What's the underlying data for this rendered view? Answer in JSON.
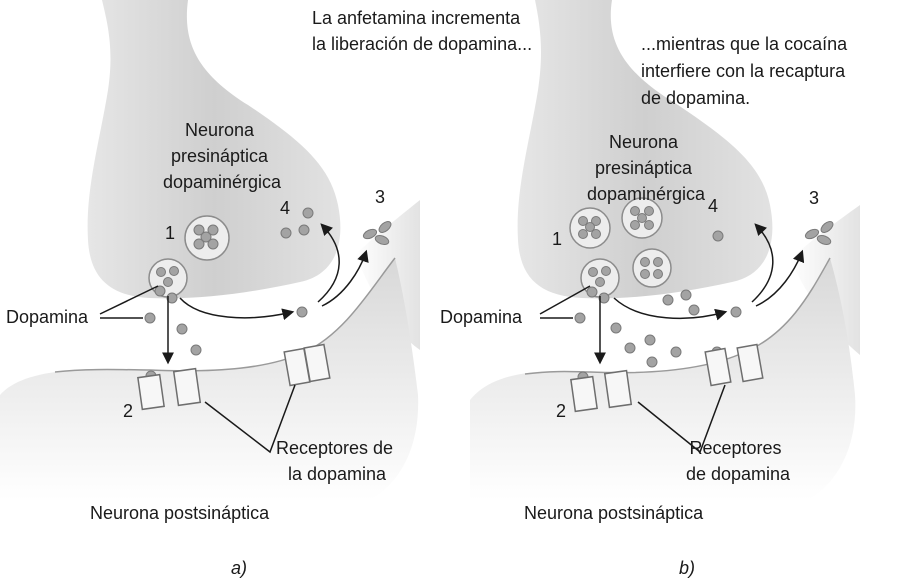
{
  "panel_a": {
    "caption": "a)",
    "presynaptic_label": [
      "Neurona",
      "presináptica",
      "dopaminérgica"
    ],
    "postsynaptic_label": "Neurona postsináptica",
    "receptor_label": [
      "Receptores de",
      "la dopamina"
    ],
    "dopamine_label": "Dopamina",
    "annotation": [
      "La anfetamina incrementa",
      "la liberación de dopamina..."
    ],
    "numbers": [
      "1",
      "2",
      "3",
      "4"
    ]
  },
  "panel_b": {
    "caption": "b)",
    "presynaptic_label": [
      "Neurona",
      "presináptica",
      "dopaminérgica"
    ],
    "postsynaptic_label": "Neurona postsináptica",
    "receptor_label": [
      "Receptores",
      "de dopamina"
    ],
    "dopamine_label": "Dopamina",
    "annotation": [
      "...mientras que la cocaína",
      "interfiere con la recaptura",
      "de dopamina."
    ],
    "numbers": [
      "1",
      "2",
      "3",
      "4"
    ]
  }
}
